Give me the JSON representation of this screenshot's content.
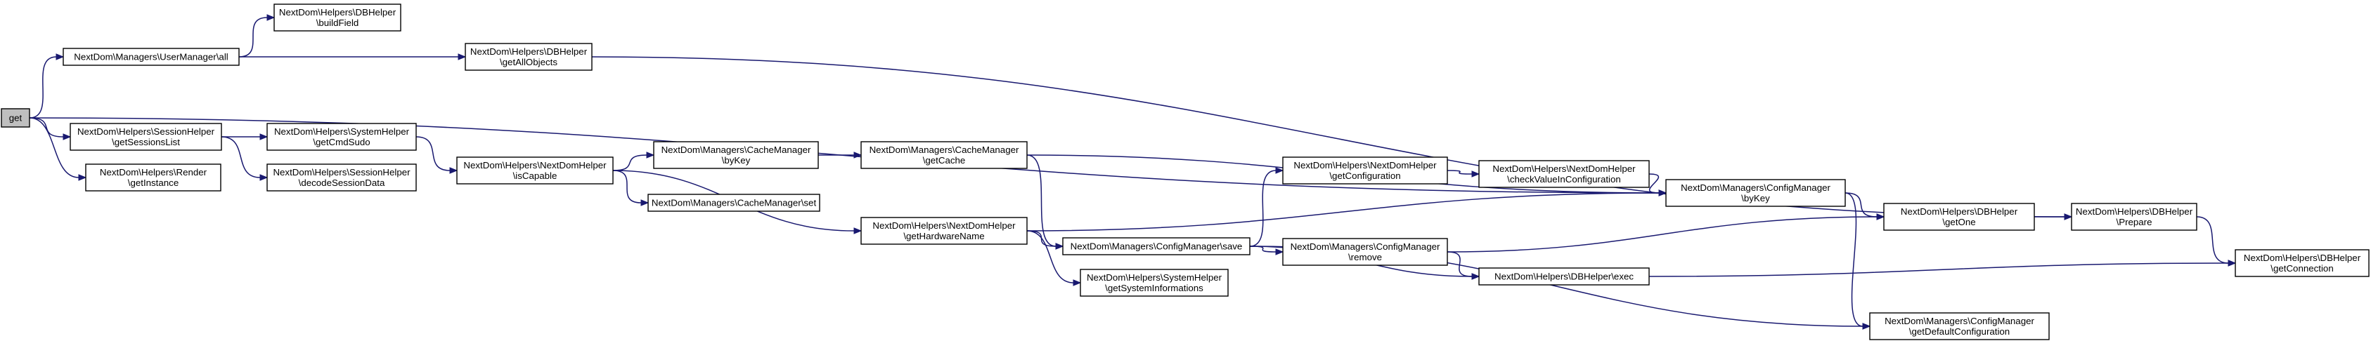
{
  "colors": {
    "edge": "#191970",
    "root_fill": "#bfbfbf",
    "node_border": "#000000"
  },
  "nodes": [
    {
      "id": "get",
      "lines": [
        "get"
      ],
      "root": true
    },
    {
      "id": "userall",
      "lines": [
        "NextDom\\Managers\\UserManager\\all"
      ]
    },
    {
      "id": "buildfield",
      "lines": [
        "NextDom\\Helpers\\DBHelper",
        "\\buildField"
      ]
    },
    {
      "id": "getallobjects",
      "lines": [
        "NextDom\\Helpers\\DBHelper",
        "\\getAllObjects"
      ]
    },
    {
      "id": "sessionslist",
      "lines": [
        "NextDom\\Helpers\\SessionHelper",
        "\\getSessionsList"
      ]
    },
    {
      "id": "render",
      "lines": [
        "NextDom\\Helpers\\Render",
        "\\getInstance"
      ]
    },
    {
      "id": "cmdsudo",
      "lines": [
        "NextDom\\Helpers\\SystemHelper",
        "\\getCmdSudo"
      ]
    },
    {
      "id": "decode",
      "lines": [
        "NextDom\\Helpers\\SessionHelper",
        "\\decodeSessionData"
      ]
    },
    {
      "id": "iscapable",
      "lines": [
        "NextDom\\Helpers\\NextDomHelper",
        "\\isCapable"
      ]
    },
    {
      "id": "cachebykey",
      "lines": [
        "NextDom\\Managers\\CacheManager",
        "\\byKey"
      ]
    },
    {
      "id": "cacheset",
      "lines": [
        "NextDom\\Managers\\CacheManager\\set"
      ]
    },
    {
      "id": "getcache",
      "lines": [
        "NextDom\\Managers\\CacheManager",
        "\\getCache"
      ]
    },
    {
      "id": "hwname",
      "lines": [
        "NextDom\\Helpers\\NextDomHelper",
        "\\getHardwareName"
      ]
    },
    {
      "id": "cfgsave",
      "lines": [
        "NextDom\\Managers\\ConfigManager\\save"
      ]
    },
    {
      "id": "sysinfo",
      "lines": [
        "NextDom\\Helpers\\SystemHelper",
        "\\getSystemInformations"
      ]
    },
    {
      "id": "getconfig",
      "lines": [
        "NextDom\\Helpers\\NextDomHelper",
        "\\getConfiguration"
      ]
    },
    {
      "id": "checkvalue",
      "lines": [
        "NextDom\\Helpers\\NextDomHelper",
        "\\checkValueInConfiguration"
      ]
    },
    {
      "id": "cfgremove",
      "lines": [
        "NextDom\\Managers\\ConfigManager",
        "\\remove"
      ]
    },
    {
      "id": "exec",
      "lines": [
        "NextDom\\Helpers\\DBHelper\\exec"
      ]
    },
    {
      "id": "cfgbykey",
      "lines": [
        "NextDom\\Managers\\ConfigManager",
        "\\byKey"
      ]
    },
    {
      "id": "defaultcfg",
      "lines": [
        "NextDom\\Managers\\ConfigManager",
        "\\getDefaultConfiguration"
      ]
    },
    {
      "id": "getone",
      "lines": [
        "NextDom\\Helpers\\DBHelper",
        "\\getOne"
      ]
    },
    {
      "id": "prepare",
      "lines": [
        "NextDom\\Helpers\\DBHelper",
        "\\Prepare"
      ]
    },
    {
      "id": "getconnection",
      "lines": [
        "NextDom\\Helpers\\DBHelper",
        "\\getConnection"
      ]
    }
  ],
  "edges": [
    [
      "get",
      "userall"
    ],
    [
      "get",
      "cfgbykey"
    ],
    [
      "get",
      "sessionslist"
    ],
    [
      "get",
      "render"
    ],
    [
      "userall",
      "buildfield"
    ],
    [
      "userall",
      "getallobjects"
    ],
    [
      "getallobjects",
      "prepare"
    ],
    [
      "sessionslist",
      "cmdsudo"
    ],
    [
      "sessionslist",
      "decode"
    ],
    [
      "cmdsudo",
      "iscapable"
    ],
    [
      "iscapable",
      "cachebykey"
    ],
    [
      "iscapable",
      "cacheset"
    ],
    [
      "iscapable",
      "hwname"
    ],
    [
      "cachebykey",
      "getcache"
    ],
    [
      "getcache",
      "cfgbykey"
    ],
    [
      "getcache",
      "cfgsave"
    ],
    [
      "hwname",
      "cfgbykey"
    ],
    [
      "hwname",
      "cfgsave"
    ],
    [
      "hwname",
      "sysinfo"
    ],
    [
      "cfgsave",
      "getconfig"
    ],
    [
      "cfgsave",
      "cfgremove"
    ],
    [
      "cfgsave",
      "exec"
    ],
    [
      "cfgsave",
      "defaultcfg"
    ],
    [
      "getconfig",
      "checkvalue"
    ],
    [
      "checkvalue",
      "cfgbykey"
    ],
    [
      "cfgremove",
      "getone"
    ],
    [
      "cfgremove",
      "exec"
    ],
    [
      "exec",
      "getconnection"
    ],
    [
      "cfgbykey",
      "getone"
    ],
    [
      "cfgbykey",
      "defaultcfg"
    ],
    [
      "getone",
      "prepare"
    ],
    [
      "prepare",
      "getconnection"
    ]
  ]
}
